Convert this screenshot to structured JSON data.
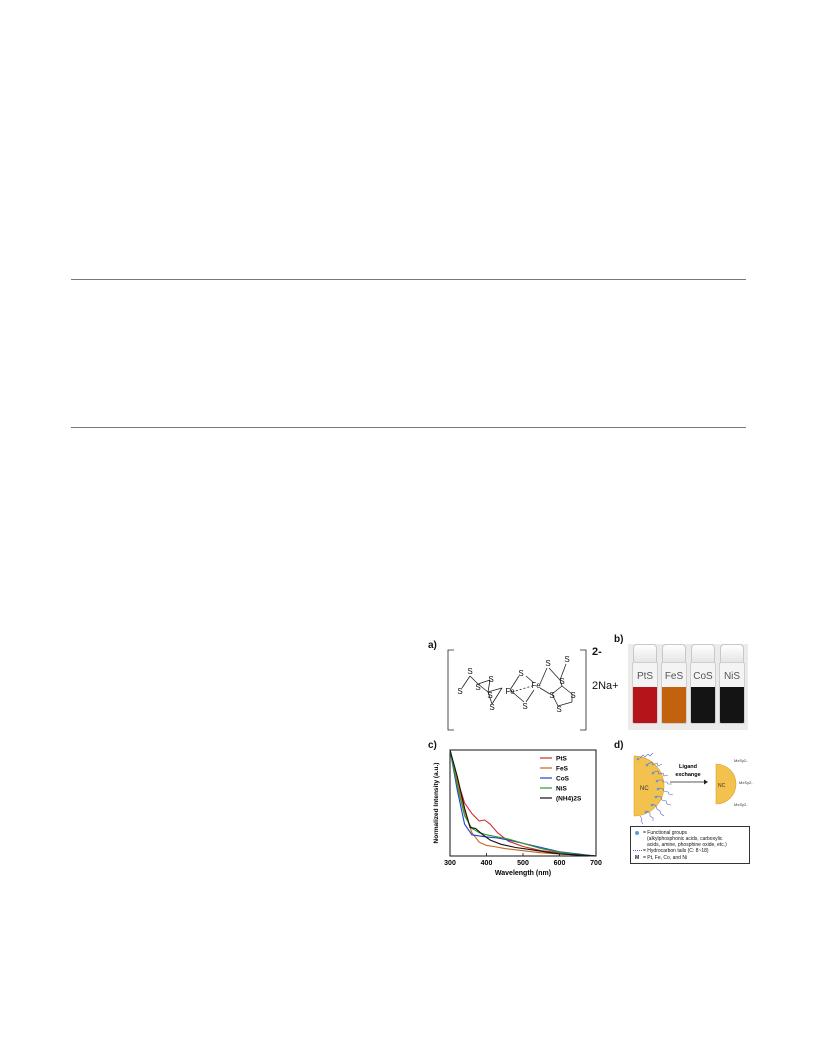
{
  "figure": {
    "panel_a": {
      "label": "a)",
      "charge": "2-",
      "counterion": "2Na+",
      "atoms": {
        "sulfur": "S",
        "iron": "Fe"
      }
    },
    "panel_b": {
      "label": "b)",
      "vials": [
        {
          "label": "PtS",
          "color": "#b5141a"
        },
        {
          "label": "FeS",
          "color": "#c2620e"
        },
        {
          "label": "CoS",
          "color": "#141414"
        },
        {
          "label": "NiS",
          "color": "#141414"
        }
      ]
    },
    "panel_c": {
      "label": "c)"
    },
    "panel_d": {
      "label": "d)",
      "nc_label": "NC",
      "arrow_label_line1": "Ligand",
      "arrow_label_line2": "exchange",
      "product_ligands": [
        "MxSy2-",
        "MxSy2-",
        "MxSy2-"
      ],
      "key": {
        "functional_groups": "= Functional groups",
        "functional_groups_detail1": "(alkylphosphonic acids, carboxylic",
        "functional_groups_detail2": "acids, amine, phosphine oxide, etc.)",
        "hydrocarbon": "= Hydrocarbon tails (C: 8~18)",
        "metal_symbol": "M",
        "metal": "= Pt, Fe, Co, and Ni"
      }
    }
  },
  "chart_data": {
    "type": "line",
    "xlabel": "Wavelength (nm)",
    "ylabel": "Normalized Intensity (a.u.)",
    "xlim": [
      300,
      700
    ],
    "xticks": [
      300,
      400,
      500,
      600,
      700
    ],
    "legend_position": "top-right",
    "series": [
      {
        "name": "PtS",
        "color": "#d62728",
        "x": [
          300,
          320,
          340,
          360,
          380,
          395,
          410,
          430,
          460,
          500,
          550,
          600,
          650,
          700
        ],
        "y": [
          1.0,
          0.72,
          0.5,
          0.4,
          0.33,
          0.34,
          0.3,
          0.22,
          0.14,
          0.09,
          0.05,
          0.03,
          0.015,
          0.0
        ]
      },
      {
        "name": "FeS",
        "color": "#c8671a",
        "x": [
          300,
          320,
          340,
          360,
          380,
          400,
          420,
          450,
          500,
          550,
          600,
          650,
          700
        ],
        "y": [
          1.0,
          0.7,
          0.42,
          0.22,
          0.13,
          0.1,
          0.09,
          0.07,
          0.05,
          0.03,
          0.02,
          0.01,
          0.0
        ]
      },
      {
        "name": "CoS",
        "color": "#1f3fd4",
        "x": [
          300,
          320,
          340,
          360,
          380,
          400,
          430,
          460,
          500,
          550,
          600,
          650,
          700
        ],
        "y": [
          1.0,
          0.62,
          0.3,
          0.2,
          0.19,
          0.18,
          0.17,
          0.15,
          0.12,
          0.08,
          0.04,
          0.02,
          0.0
        ]
      },
      {
        "name": "NiS",
        "color": "#2a9a2a",
        "x": [
          300,
          320,
          340,
          360,
          380,
          400,
          430,
          460,
          500,
          550,
          600,
          650,
          700
        ],
        "y": [
          1.0,
          0.66,
          0.38,
          0.26,
          0.22,
          0.2,
          0.18,
          0.16,
          0.12,
          0.07,
          0.035,
          0.015,
          0.0
        ]
      },
      {
        "name": "(NH4)2S",
        "color": "#111111",
        "x": [
          300,
          320,
          340,
          355,
          370,
          390,
          410,
          440,
          480,
          520,
          560,
          600,
          650,
          700
        ],
        "y": [
          1.0,
          0.75,
          0.45,
          0.27,
          0.26,
          0.2,
          0.15,
          0.11,
          0.08,
          0.06,
          0.04,
          0.02,
          0.01,
          0.0
        ]
      }
    ]
  }
}
